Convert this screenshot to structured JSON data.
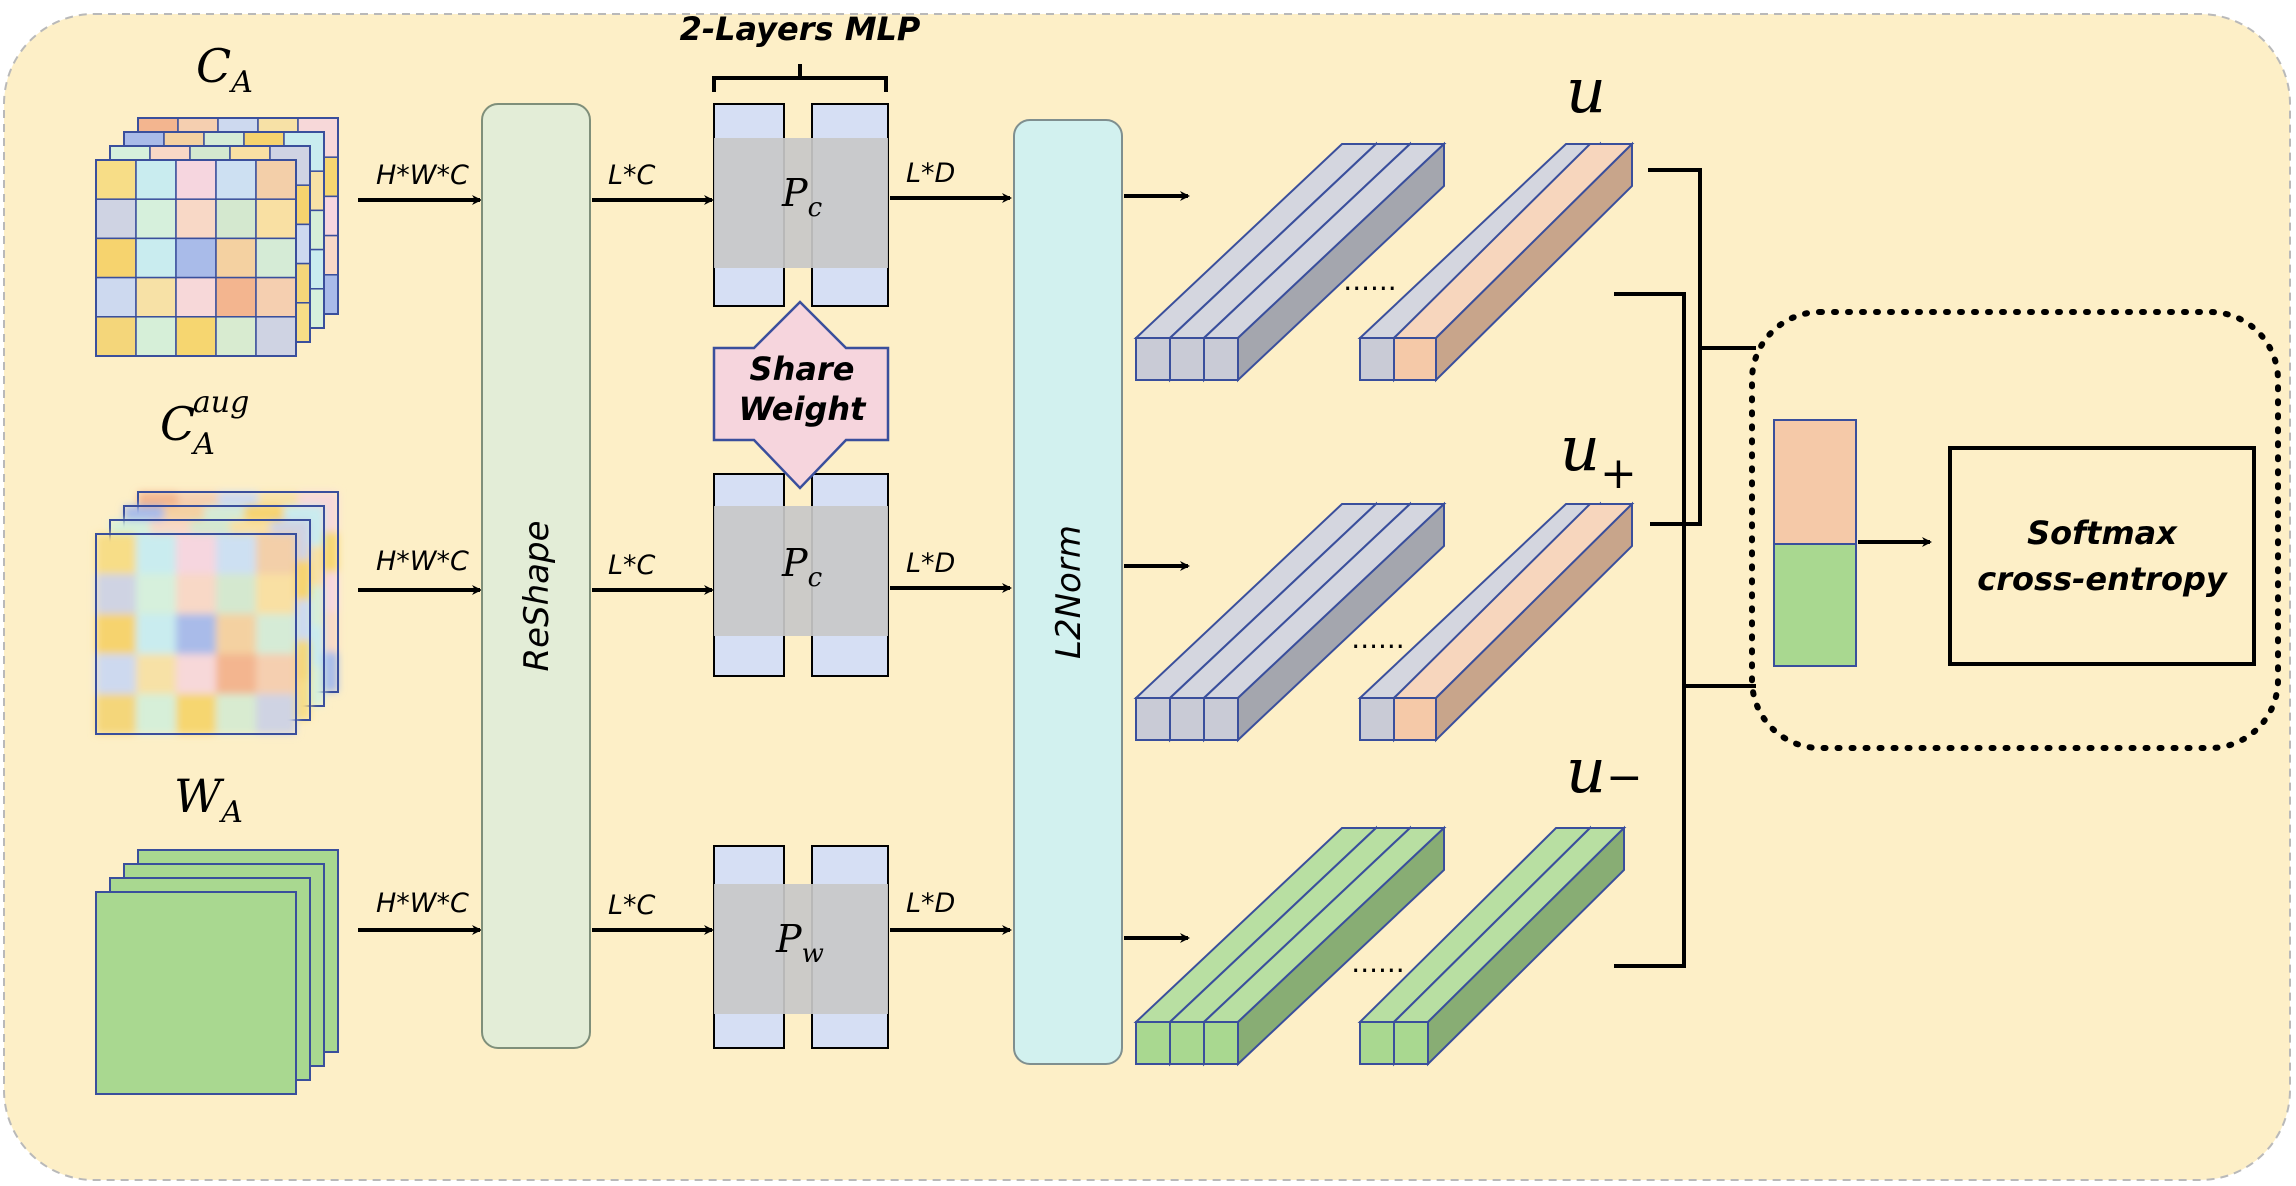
{
  "labels": {
    "mlp_title": "2-Layers MLP",
    "reshape": "ReShape",
    "l2norm": "L2Norm",
    "share_weight_line1": "Share",
    "share_weight_line2": "Weight",
    "softmax_line1": "Softmax",
    "softmax_line2": "cross-entropy",
    "dots": "......",
    "dims_in": "H*W*C",
    "dims_mid": "L*C",
    "dims_out": "L*D"
  },
  "rows": [
    {
      "input": {
        "base": "C",
        "sub": "A",
        "sup": ""
      },
      "proj": {
        "base": "P",
        "sub": "c"
      },
      "output": {
        "base": "u",
        "sub": ""
      }
    },
    {
      "input": {
        "base": "C",
        "sub": "A",
        "sup": "aug"
      },
      "proj": {
        "base": "P",
        "sub": "c"
      },
      "output": {
        "base": "u",
        "sub": "+"
      }
    },
    {
      "input": {
        "base": "W",
        "sub": "A",
        "sup": ""
      },
      "proj": {
        "base": "P",
        "sub": "w"
      },
      "output": {
        "base": "u",
        "sub": "−"
      }
    }
  ],
  "colors": {
    "background": "#fdefc7",
    "reshape_fill": "#e3edd7",
    "l2norm_fill": "#d2f1ef",
    "mlp_fill": "#d6dff4",
    "mlp_overlay": "#c8c8c8",
    "share_fill": "#f6d5dd",
    "feature_gray": "#c9cbd6",
    "feature_peach": "#f5c9a8",
    "feature_green": "#a9d890",
    "stroke_blue": "#3a4f9c"
  }
}
